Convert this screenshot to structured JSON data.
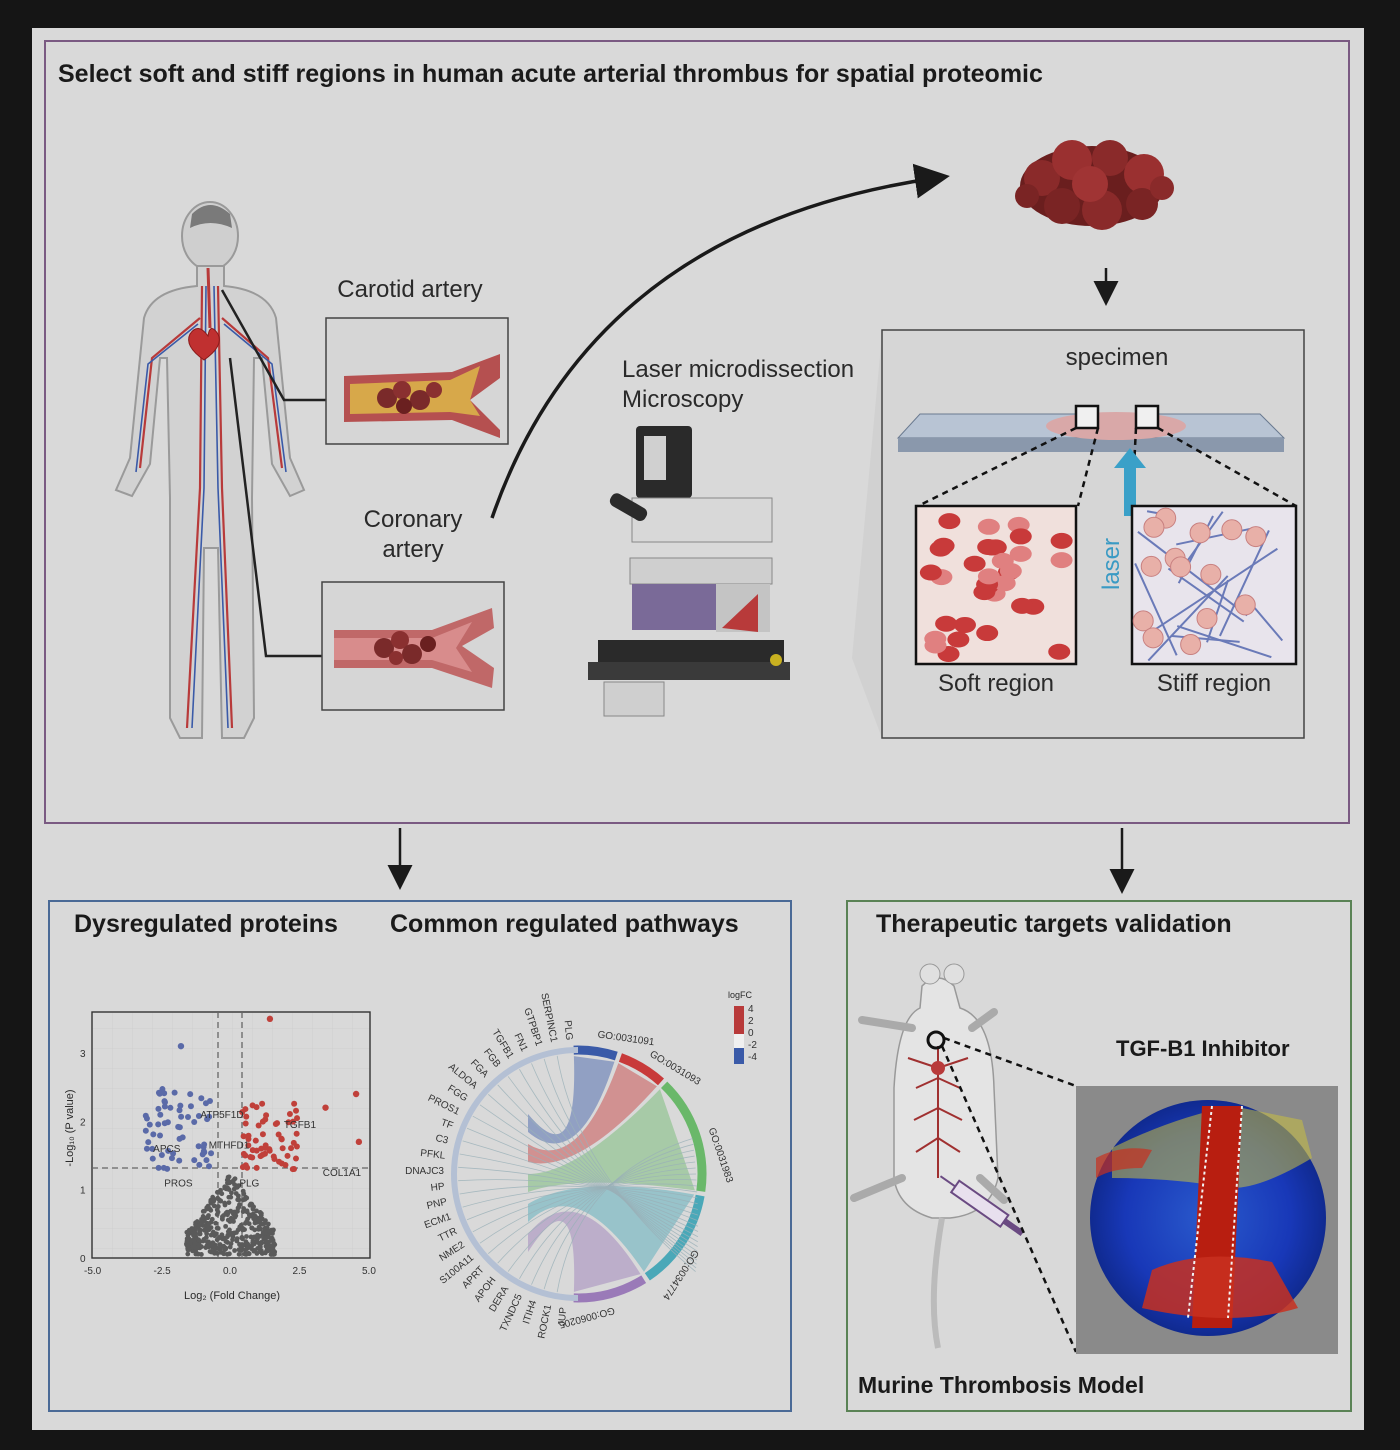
{
  "top": {
    "title": "Select soft and stiff regions in human acute arterial thrombus for spatial proteomic",
    "carotid_label": "Carotid artery",
    "coronary_label_line1": "Coronary",
    "coronary_label_line2": "artery",
    "microscope_label_line1": "Laser microdissection",
    "microscope_label_line2": "Microscopy",
    "specimen_label": "specimen",
    "laser_label": "laser",
    "soft_region_label": "Soft region",
    "stiff_region_label": "Stiff region"
  },
  "bottom_left": {
    "title_proteins": "Dysregulated proteins",
    "title_pathways": "Common regulated pathways"
  },
  "volcano": {
    "x_axis_label": "Log₂ (Fold Change)",
    "y_axis_label": "-Log₁₀ (P value)",
    "x_ticks": [
      "-5.0",
      "-2.5",
      "0.0",
      "2.5",
      "5.0"
    ],
    "y_ticks": [
      "0",
      "1",
      "2",
      "3"
    ],
    "gene_labels": [
      "ATP5F1D",
      "TGFB1",
      "APCS",
      "MTHFD1",
      "PROS",
      "PLG",
      "COL1A1"
    ]
  },
  "chord": {
    "legend_title": "logFC",
    "legend_values": [
      "4",
      "2",
      "0",
      "-2",
      "-4"
    ],
    "gene_labels": [
      "PLG",
      "SERPINC1",
      "GTPBP1",
      "FN1",
      "TGFB1",
      "FGB",
      "FGA",
      "ALDOA",
      "FGG",
      "PROS1",
      "TF",
      "C3",
      "PFKL",
      "DNAJC3",
      "HP",
      "PNP",
      "ECM1",
      "TTR",
      "NME2",
      "S100A11",
      "APRT",
      "APOH",
      "DERA",
      "TXNDC5",
      "ITIH4",
      "ROCK1",
      "JUP"
    ],
    "go_labels": [
      "GO:0031091",
      "GO:0031093",
      "GO:0031983",
      "GO:0034774",
      "GO:0060205"
    ]
  },
  "bottom_right": {
    "title": "Therapeutic targets validation",
    "inhibitor_label": "TGF-B1 Inhibitor",
    "model_label": "Murine Thrombosis Model"
  },
  "colors": {
    "top_border": "#7a5a82",
    "left_border": "#4a6a96",
    "right_border": "#5a8255",
    "up_regulated": "#c0403a",
    "down_regulated": "#5a6aa8"
  }
}
